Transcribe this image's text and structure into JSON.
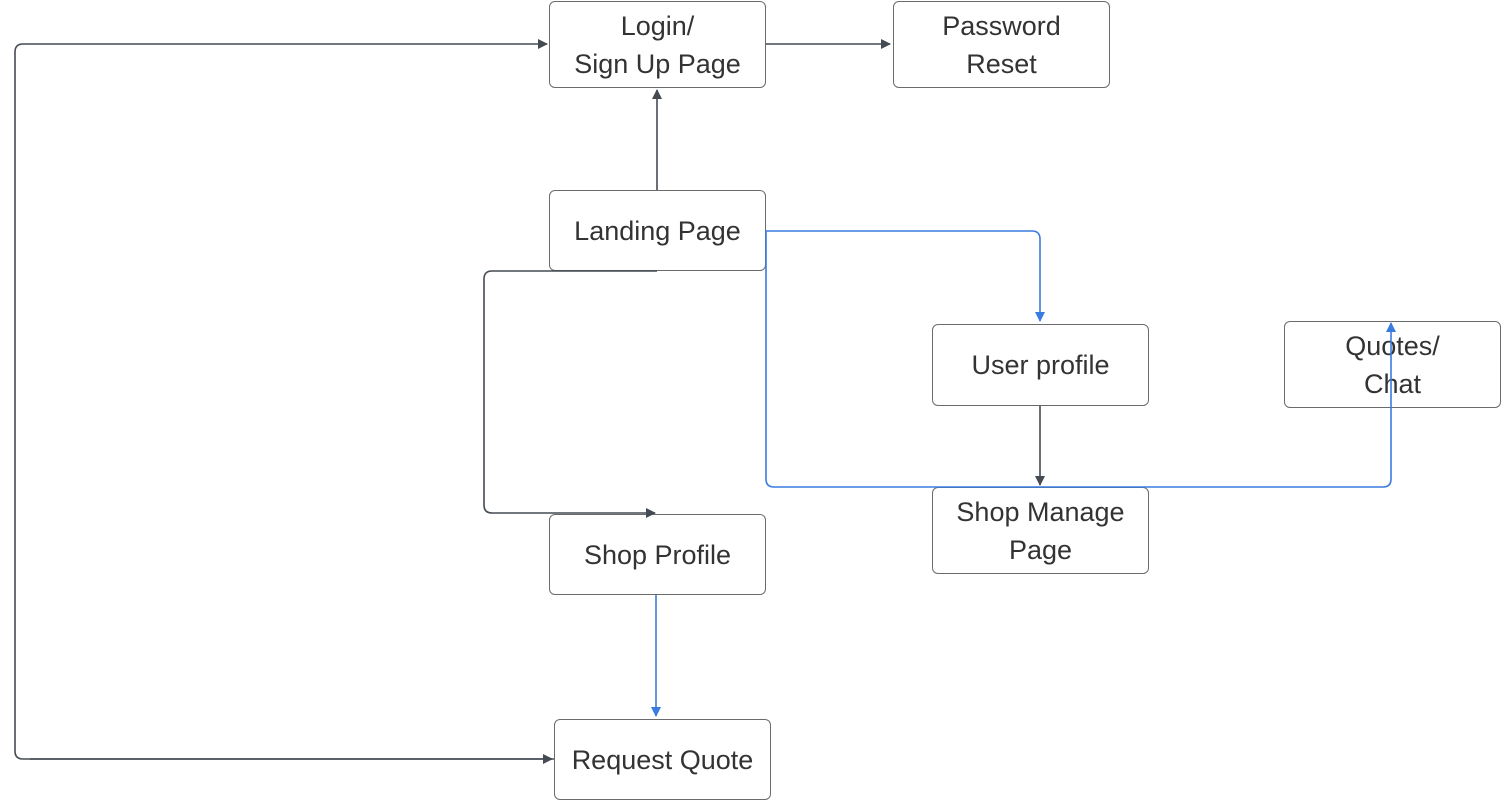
{
  "diagram": {
    "colors": {
      "edge_default": "#444b52",
      "edge_highlight": "#3a7be0",
      "node_border": "#6b6b6b",
      "text": "#333333"
    },
    "nodes": {
      "login": {
        "line1": "Login/",
        "line2": "Sign Up Page"
      },
      "reset": {
        "line1": "Password",
        "line2": "Reset"
      },
      "landing": {
        "line1": "Landing Page"
      },
      "user": {
        "line1": "User profile"
      },
      "quotes": {
        "line1": "Quotes/",
        "line2": "Chat"
      },
      "shop": {
        "line1": "Shop Profile"
      },
      "manage": {
        "line1": "Shop Manage",
        "line2": "Page"
      },
      "request": {
        "line1": "Request Quote"
      }
    },
    "edges": [
      {
        "from": "Landing Page",
        "to": "Login/ Sign Up Page",
        "color": "default"
      },
      {
        "from": "Login/ Sign Up Page",
        "to": "Password Reset",
        "color": "default"
      },
      {
        "from": "Landing Page",
        "to": "Shop Profile",
        "color": "default"
      },
      {
        "from": "Landing Page",
        "to": "User profile",
        "color": "highlight"
      },
      {
        "from": "Landing Page",
        "to": "Quotes/ Chat",
        "color": "highlight"
      },
      {
        "from": "User profile",
        "to": "Shop Manage Page",
        "color": "default"
      },
      {
        "from": "Shop Profile",
        "to": "Request Quote",
        "color": "highlight"
      },
      {
        "from": "Request Quote",
        "to": "Login/ Sign Up Page",
        "color": "default"
      }
    ]
  }
}
